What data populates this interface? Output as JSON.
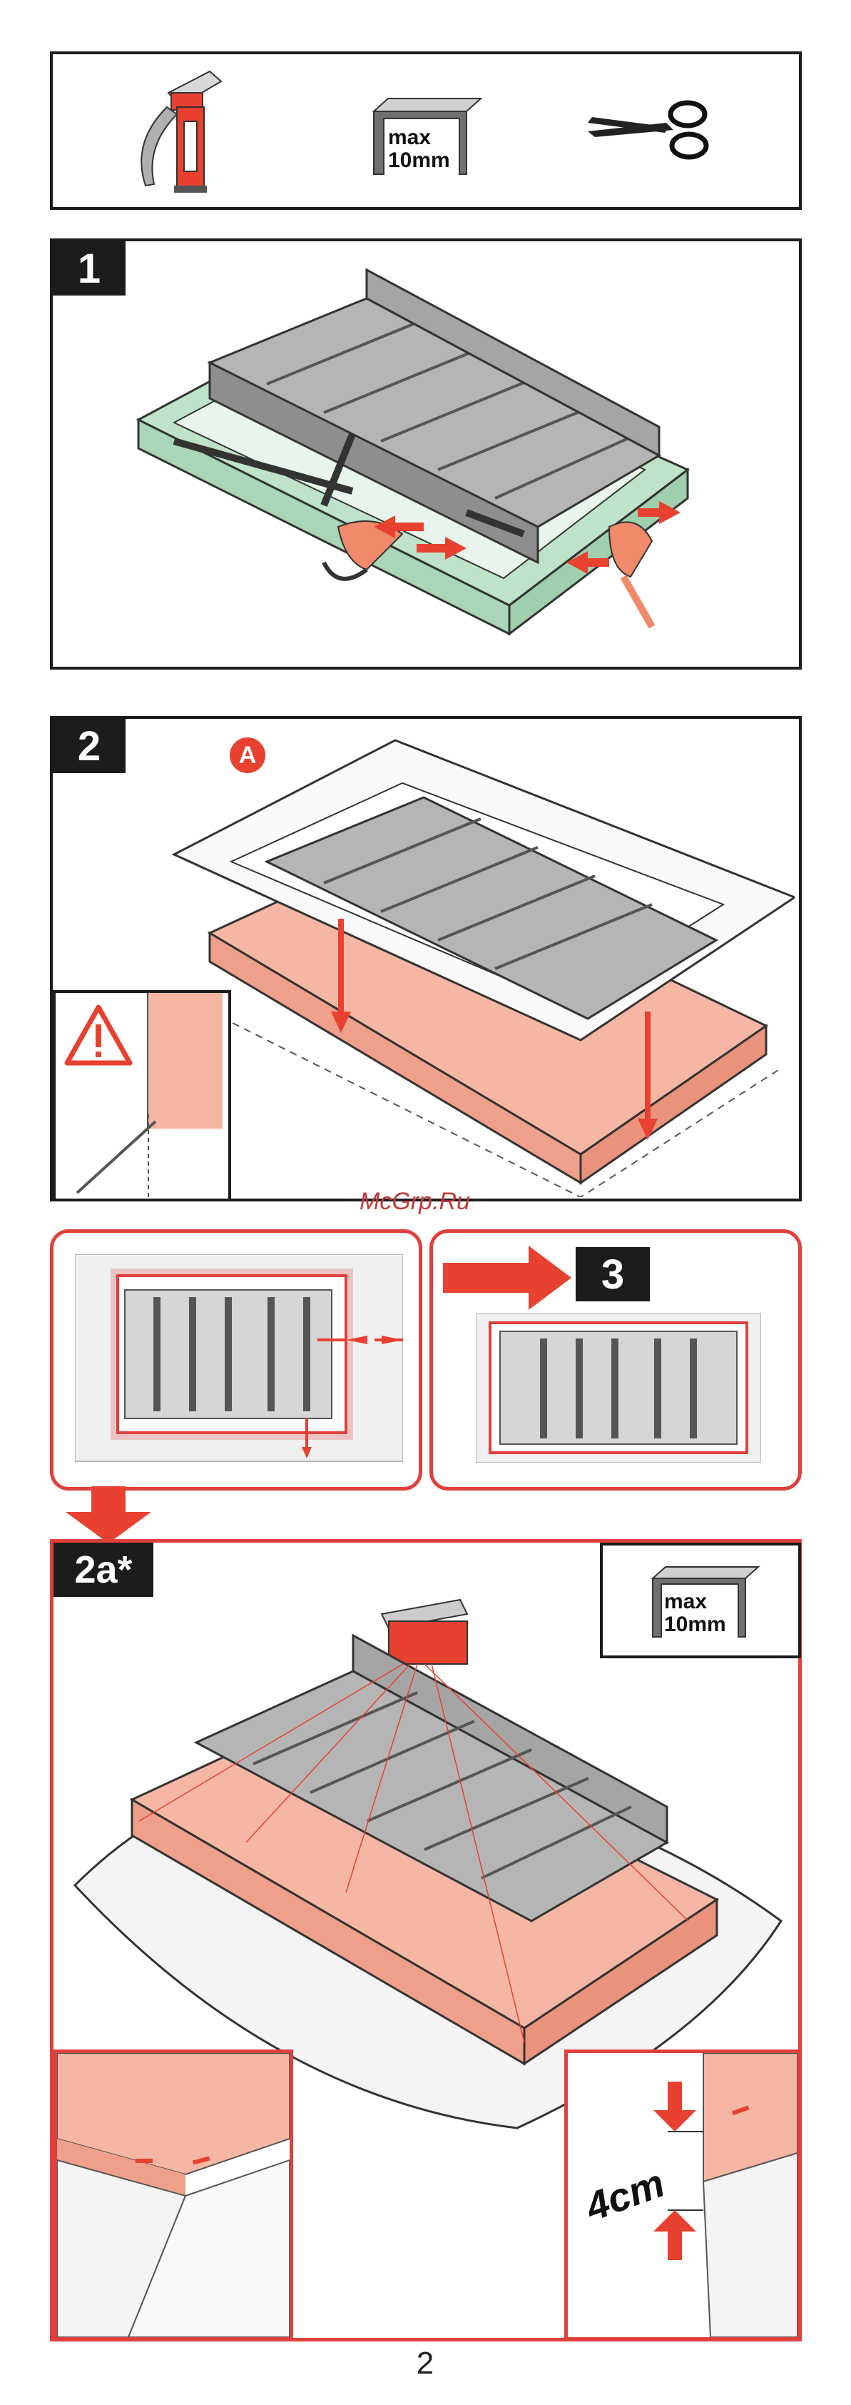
{
  "tools": {
    "staple_label_line1": "max",
    "staple_label_line2": "10mm"
  },
  "steps": {
    "step1": "1",
    "step2": "2",
    "step2_callout": "A",
    "step3": "3",
    "step2a": "2a*",
    "staple_label_line1": "max",
    "staple_label_line2": "10mm",
    "distance": "4cm"
  },
  "watermark": "McGrp.Ru",
  "page_number": "2",
  "colors": {
    "frame_black": "#1c1c1c",
    "frame_red": "#e0403c",
    "accent_red": "#e8412f",
    "green_frame": "#bfe3c8",
    "salmon_frame": "#f5b7a4",
    "ladder_gray": "#9a9a9a"
  },
  "icons": [
    "stapler-icon",
    "staple-icon",
    "scissors-icon",
    "warning-icon",
    "arrow-icon"
  ]
}
